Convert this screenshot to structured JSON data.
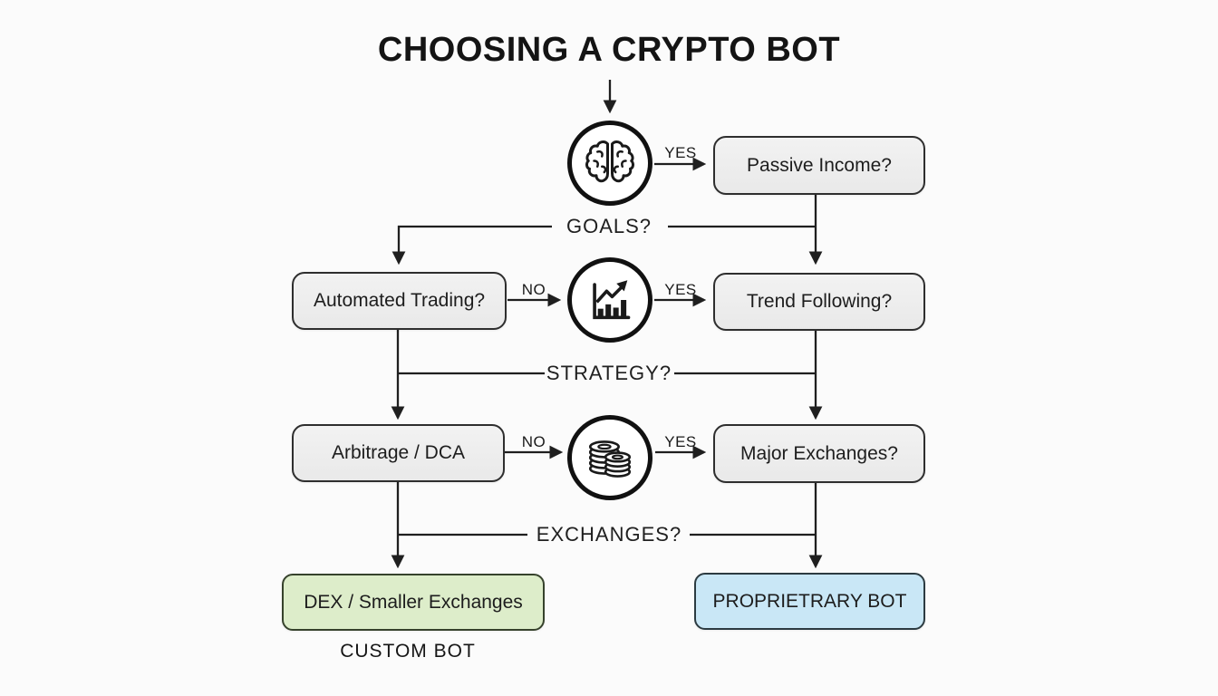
{
  "title": "CHOOSING A CRYPTO BOT",
  "stages": {
    "goals": "GOALS?",
    "strategy": "STRATEGY?",
    "exchanges": "EXCHANGES?"
  },
  "branch_labels": {
    "goals_yes": "YES",
    "strategy_no": "NO",
    "strategy_yes": "YES",
    "exchanges_no": "NO",
    "exchanges_yes": "YES"
  },
  "nodes": {
    "passive_income": "Passive Income?",
    "automated_trading": "Automated Trading?",
    "trend_following": "Trend Following?",
    "arbitrage_dca": "Arbitrage / DCA",
    "major_exchanges": "Major Exchanges?",
    "dex_smaller_exchanges": "DEX / Smaller Exchanges",
    "proprietary_bot": "PROPRIETRARY BOT",
    "custom_bot_caption": "CUSTOM BOT"
  },
  "icons": {
    "goals": "brain-icon",
    "strategy": "bar-chart-icon",
    "exchanges": "coins-icon"
  },
  "colors": {
    "outcome_green": "#ddedca",
    "outcome_blue": "#c9e7f6",
    "decision_gray": "#eeeeee",
    "line": "#1f1f1f"
  }
}
